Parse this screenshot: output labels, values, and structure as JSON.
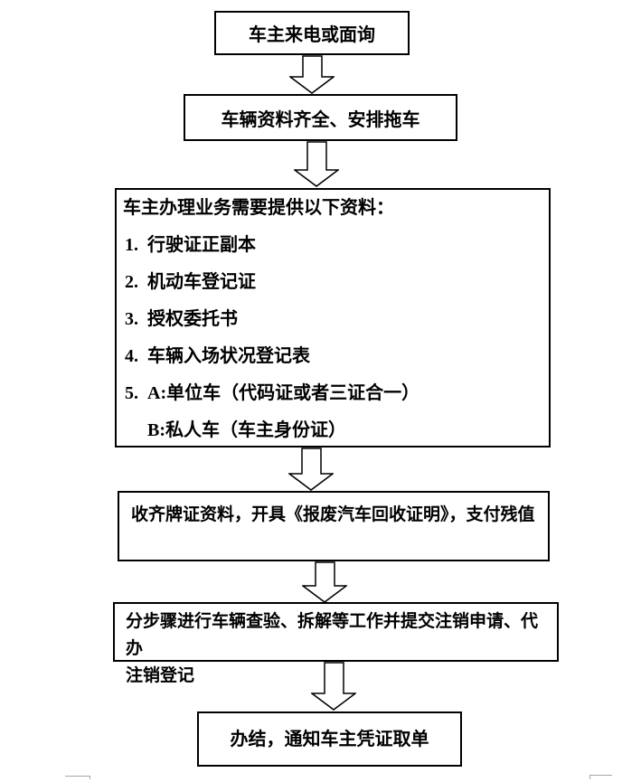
{
  "page": {
    "background_color": "#ffffff",
    "box_border_color": "#000000",
    "text_color": "#000000"
  },
  "flow": {
    "step1": {
      "label": "车主来电或面询"
    },
    "step2": {
      "label": "车辆资料齐全、安排拖车"
    },
    "step3": {
      "title": "车主办理业务需要提供以下资料：",
      "items": [
        {
          "num": "1.",
          "prefix": "",
          "text": "行驶证正副本"
        },
        {
          "num": "2.",
          "prefix": "",
          "text": "机动车登记证"
        },
        {
          "num": "3.",
          "prefix": "",
          "text": "授权委托书"
        },
        {
          "num": "4.",
          "prefix": "",
          "text": "车辆入场状况登记表"
        },
        {
          "num": "5.",
          "prefix": "A:",
          "text": "单位车（代码证或者三证合一）"
        },
        {
          "num": "",
          "prefix": "B:",
          "text": "私人车（车主身份证）"
        }
      ]
    },
    "step4": {
      "label": "收齐牌证资料，开具《报废汽车回收证明》，支付残值"
    },
    "step5": {
      "line1": "分步骤进行车辆查验、拆解等工作并提交注销申请、代办",
      "line2": "注销登记"
    },
    "step6": {
      "label": "办结，通知车主凭证取单"
    }
  }
}
